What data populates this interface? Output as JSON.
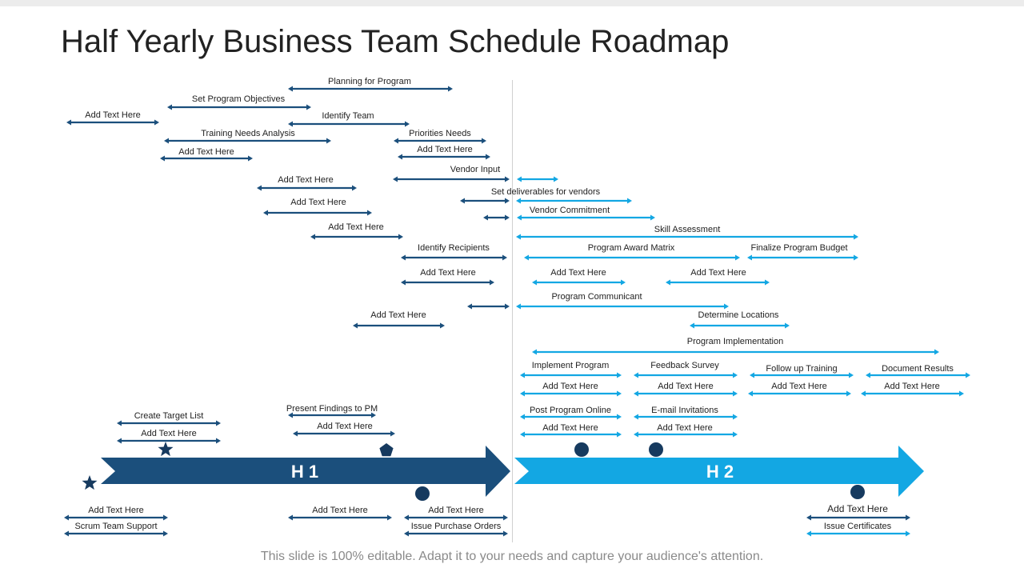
{
  "title": "Half Yearly Business Team Schedule Roadmap",
  "footer": "This slide is 100% editable. Adapt it to your needs and capture your audience's attention.",
  "colors": {
    "dark": "#1b4f7c",
    "light": "#13a7e3",
    "marker": "#163a5f"
  },
  "phases": [
    {
      "label": "H 1",
      "color": "dark"
    },
    {
      "label": "H 2",
      "color": "light"
    }
  ],
  "tasks": [
    {
      "label": "Planning  for Program"
    },
    {
      "label": "Set Program Objectives"
    },
    {
      "label": "Add Text Here"
    },
    {
      "label": "Identify Team"
    },
    {
      "label": "Training Needs Analysis"
    },
    {
      "label": "Priorities Needs"
    },
    {
      "label": "Add Text Here"
    },
    {
      "label": "Add Text Here"
    },
    {
      "label": "Vendor Input"
    },
    {
      "label": "Add Text Here"
    },
    {
      "label": "Set deliverables for vendors"
    },
    {
      "label": "Add Text Here"
    },
    {
      "label": "Vendor Commitment"
    },
    {
      "label": "Add Text Here"
    },
    {
      "label": "Skill Assessment"
    },
    {
      "label": "Identify Recipients"
    },
    {
      "label": "Program Award Matrix"
    },
    {
      "label": "Finalize Program Budget"
    },
    {
      "label": "Add Text Here"
    },
    {
      "label": "Add Text Here"
    },
    {
      "label": "Add Text Here"
    },
    {
      "label": "Program Communicant"
    },
    {
      "label": "Add Text Here"
    },
    {
      "label": "Determine Locations"
    },
    {
      "label": "Program Implementation"
    },
    {
      "label": "Implement  Program"
    },
    {
      "label": "Feedback Survey"
    },
    {
      "label": "Follow up Training"
    },
    {
      "label": "Document Results"
    },
    {
      "label": "Add Text Here"
    },
    {
      "label": "Add Text Here"
    },
    {
      "label": "Add Text Here"
    },
    {
      "label": "Add Text Here"
    },
    {
      "label": "Present Findings to PM"
    },
    {
      "label": "Create Target List"
    },
    {
      "label": "Add Text Here"
    },
    {
      "label": "Add Text Here"
    },
    {
      "label": "Post Program Online"
    },
    {
      "label": "E-mail  Invitations"
    },
    {
      "label": "Add Text Here"
    },
    {
      "label": "Add Text Here"
    },
    {
      "label": "Add Text Here"
    },
    {
      "label": "Scrum Team Support"
    },
    {
      "label": "Add Text Here"
    },
    {
      "label": "Add Text Here"
    },
    {
      "label": "Issue Purchase Orders"
    },
    {
      "label": "Add Text Here"
    },
    {
      "label": "Issue Certificates"
    }
  ],
  "milestones": [
    {
      "shape": "star"
    },
    {
      "shape": "star"
    },
    {
      "shape": "pentagon"
    },
    {
      "shape": "circle"
    },
    {
      "shape": "circle"
    },
    {
      "shape": "circle"
    },
    {
      "shape": "circle"
    }
  ]
}
